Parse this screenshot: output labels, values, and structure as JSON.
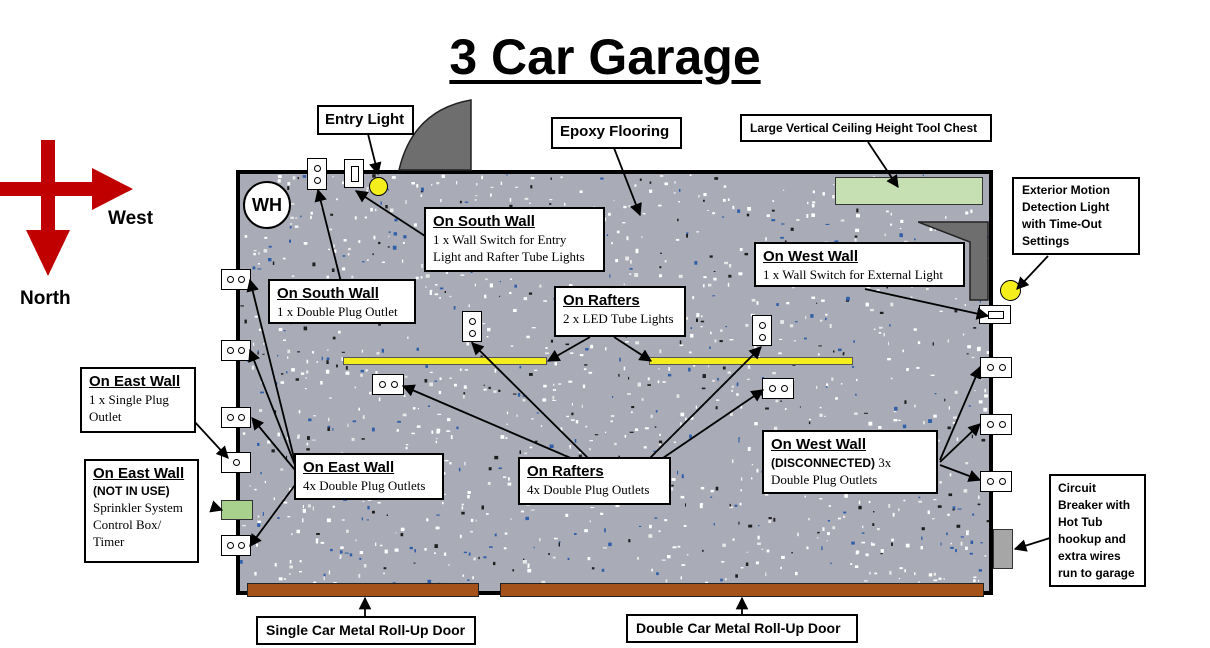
{
  "title": "3 Car Garage",
  "compass": {
    "west": "West",
    "north": "North"
  },
  "water_heater": "WH",
  "colors": {
    "floor": "#a9abb6",
    "light": "#f4ee1c",
    "door": "#a5511a",
    "compass": "#c00000",
    "tool_chest": "#c6e0b4",
    "sprinkler": "#a9d18e",
    "breaker": "#a6a6a6"
  },
  "labels": {
    "entry_light": "Entry Light",
    "epoxy": "Epoxy Flooring",
    "tool_chest": "Large Vertical Ceiling Height Tool Chest",
    "motion_light": [
      "Exterior Motion",
      "Detection Light",
      "with Time-Out",
      "Settings"
    ],
    "south_switch": {
      "heading": "On South Wall",
      "lines": [
        "1 x Wall Switch for Entry",
        "Light and Rafter Tube Lights"
      ]
    },
    "west_switch": {
      "heading": "On West Wall",
      "lines": [
        "1 x Wall Switch for External Light"
      ]
    },
    "south_outlet": {
      "heading": "On South Wall",
      "lines": [
        "1 x Double Plug Outlet"
      ]
    },
    "rafter_lights": {
      "heading": "On Rafters",
      "lines": [
        "2 x LED Tube Lights"
      ]
    },
    "east_single": {
      "heading": "On East Wall",
      "lines": [
        "1 x Single Plug",
        "Outlet"
      ]
    },
    "east_sprinkler": {
      "heading": "On East Wall",
      "note": "(NOT IN USE)",
      "lines": [
        "Sprinkler System",
        "Control Box/",
        "Timer"
      ]
    },
    "east_outlets": {
      "heading": "On East Wall",
      "lines": [
        "4x Double Plug Outlets"
      ]
    },
    "rafter_outlets": {
      "heading": "On Rafters",
      "lines": [
        "4x Double Plug Outlets"
      ]
    },
    "west_outlets": {
      "heading": "On West Wall",
      "note": "(DISCONNECTED)",
      "note_tail": " 3x",
      "lines": [
        "Double Plug Outlets"
      ]
    },
    "breaker": [
      "Circuit",
      "Breaker with",
      "Hot Tub",
      "hookup and",
      "extra wires",
      "run to garage"
    ],
    "single_door": "Single Car Metal Roll-Up Door",
    "double_door": "Double Car Metal Roll-Up Door"
  }
}
